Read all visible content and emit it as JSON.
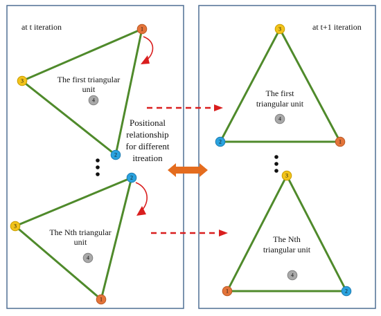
{
  "panels": {
    "left_title": "at t iteration",
    "right_title": "at t+1 iteration"
  },
  "left": {
    "top_triangle_label_line1": "The first triangular",
    "top_triangle_label_line2": "unit",
    "bottom_triangle_label_line1": "The Nth triangular",
    "bottom_triangle_label_line2": "unit"
  },
  "right": {
    "top_triangle_label_line1": "The first",
    "top_triangle_label_line2": "triangular unit",
    "bottom_triangle_label_line1": "The Nth",
    "bottom_triangle_label_line2": "triangular unit"
  },
  "center": {
    "line1": "Positional",
    "line2": "relationship",
    "line3": "for different",
    "line4": "itreation"
  },
  "node_labels": {
    "n1": "1",
    "n2": "2",
    "n3": "3",
    "n4": "4"
  },
  "colors": {
    "node1": "#e4743a",
    "node2": "#2aa3df",
    "node3": "#f2c31a",
    "node4": "#a9a9a9",
    "triangle_edge": "#4f8a2b",
    "panel_border": "#4e6f93",
    "red_arrow": "#d91e1e",
    "orange_arrow": "#e46c1e"
  }
}
